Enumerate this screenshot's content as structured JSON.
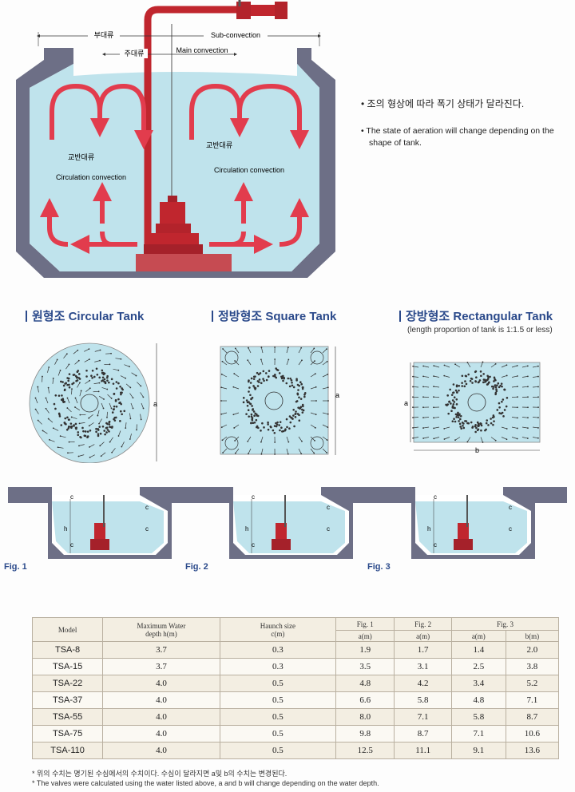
{
  "top_diagram": {
    "sub_convection_ko": "부대류",
    "sub_convection_en": "Sub-convection",
    "main_convection_ko": "주대류",
    "main_convection_en": "Main convection",
    "circulation_ko": "교반대류",
    "circulation_en": "Circulation convection"
  },
  "notes": {
    "ko": "• 조의 형상에 따라 폭기 상태가 달라진다.",
    "en_line1": "• The state of aeration will change depending on the",
    "en_line2": "shape of tank."
  },
  "tanks": [
    {
      "title_ko": "원형조",
      "title_en": "Circular Tank",
      "dim_a": "a"
    },
    {
      "title_ko": "정방형조",
      "title_en": "Square Tank",
      "dim_a": "a"
    },
    {
      "title_ko": "장방형조",
      "title_en": "Rectangular Tank",
      "dim_a": "a",
      "dim_b": "b",
      "note": "(length proportion of tank is 1:1.5 or less)"
    }
  ],
  "sections": {
    "labels": [
      "Fig. 1",
      "Fig. 2",
      "Fig. 3"
    ],
    "dim_c": "c",
    "dim_h": "h"
  },
  "table": {
    "headers": {
      "model": "Model",
      "depth_l1": "Maximum Water",
      "depth_l2": "depth h(m)",
      "haunch_l1": "Haunch size",
      "haunch_l2": "c(m)",
      "fig1": "Fig. 1",
      "fig2": "Fig. 2",
      "fig3": "Fig. 3",
      "a": "a(m)",
      "b": "b(m)"
    },
    "rows": [
      {
        "model": "TSA-8",
        "depth": "3.7",
        "haunch": "0.3",
        "f1a": "1.9",
        "f2a": "1.7",
        "f3a": "1.4",
        "f3b": "2.0"
      },
      {
        "model": "TSA-15",
        "depth": "3.7",
        "haunch": "0.3",
        "f1a": "3.5",
        "f2a": "3.1",
        "f3a": "2.5",
        "f3b": "3.8"
      },
      {
        "model": "TSA-22",
        "depth": "4.0",
        "haunch": "0.5",
        "f1a": "4.8",
        "f2a": "4.2",
        "f3a": "3.4",
        "f3b": "5.2"
      },
      {
        "model": "TSA-37",
        "depth": "4.0",
        "haunch": "0.5",
        "f1a": "6.6",
        "f2a": "5.8",
        "f3a": "4.8",
        "f3b": "7.1"
      },
      {
        "model": "TSA-55",
        "depth": "4.0",
        "haunch": "0.5",
        "f1a": "8.0",
        "f2a": "7.1",
        "f3a": "5.8",
        "f3b": "8.7"
      },
      {
        "model": "TSA-75",
        "depth": "4.0",
        "haunch": "0.5",
        "f1a": "9.8",
        "f2a": "8.7",
        "f3a": "7.1",
        "f3b": "10.6"
      },
      {
        "model": "TSA-110",
        "depth": "4.0",
        "haunch": "0.5",
        "f1a": "12.5",
        "f2a": "11.1",
        "f3a": "9.1",
        "f3b": "13.6"
      }
    ]
  },
  "footnotes": {
    "ko": "* 위의 수치는 명기된 수심에서의 수치이다. 수심이 달라지면 a및 b의 수치는 변경된다.",
    "en": "* The valves were calculated using the water listed above, a and b will change depending on the water depth."
  },
  "colors": {
    "water": "#bfe3ec",
    "wall": "#6d6f86",
    "arrow": "#e23c4d",
    "pump": "#c0262e",
    "accent_text": "#2b4a8b"
  }
}
